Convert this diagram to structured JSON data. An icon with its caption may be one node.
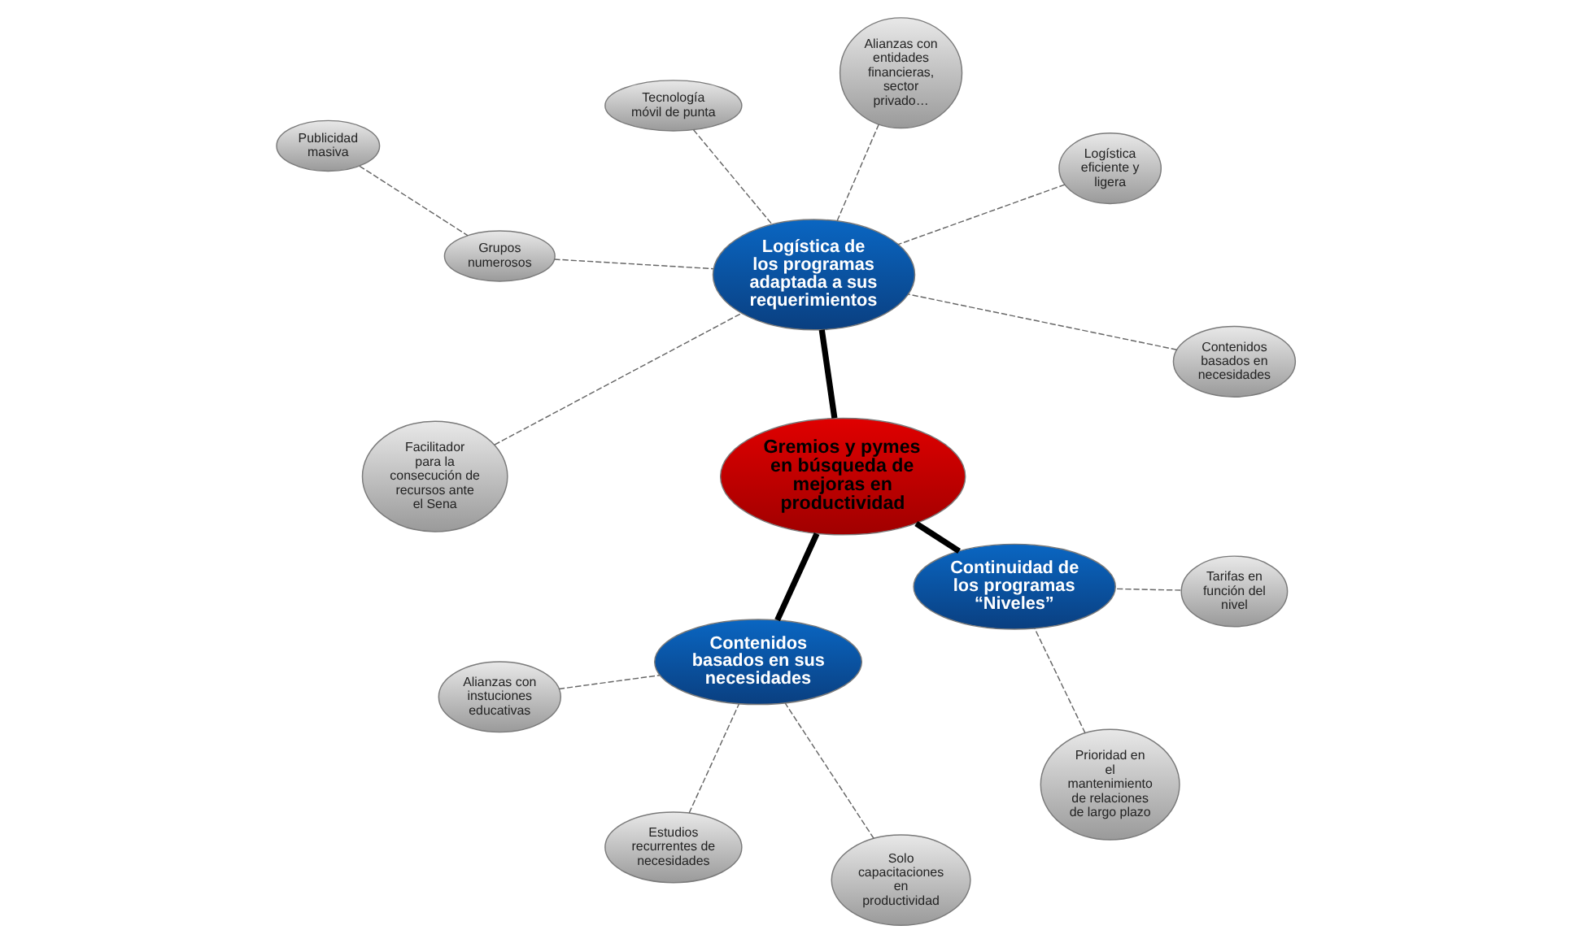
{
  "diagram": {
    "nodes": [
      {
        "text": [
          "Gremios y pymes en búsqueda de mejoras en productividad"
        ]
      },
      {
        "text": [
          "Logística de los programas adaptada a sus requerimientos"
        ]
      },
      {
        "text": [
          "Contenidos basados en sus necesidades"
        ]
      },
      {
        "text": [
          "Continuidad de los programas “Niveles”"
        ]
      },
      {
        "text": [
          "Contenidos basados en necesidades"
        ]
      },
      {
        "text": [
          "Logística eficiente y ligera"
        ]
      },
      {
        "text": [
          "Alianzas con entidades financieras, sector privado…"
        ]
      },
      {
        "text": [
          "Tecnología móvil de punta"
        ]
      },
      {
        "text": [
          "Grupos numerosos"
        ]
      },
      {
        "text": [
          "Facilitador para la consecución de recursos ante el Sena"
        ]
      },
      {
        "text": [
          "Publicidad masiva"
        ]
      },
      {
        "text": [
          "Alianzas con instuciones educativas"
        ]
      },
      {
        "text": [
          "Estudios recurrentes de necesidades"
        ]
      },
      {
        "text": [
          "Solo capacitaciones en productividad"
        ]
      },
      {
        "text": [
          "Prioridad en el mantenimiento de relaciones de largo plazo"
        ]
      },
      {
        "text": [
          "Tarifas en función del nivel"
        ]
      }
    ],
    "edges": [
      {
        "from": 0,
        "to": 1,
        "arrow": "none",
        "style": "thick",
        "color": "#000000"
      },
      {
        "from": 0,
        "to": 2,
        "arrow": "none",
        "style": "thick",
        "color": "#000000"
      },
      {
        "from": 0,
        "to": 3,
        "arrow": "none",
        "style": "thick",
        "color": "#000000"
      },
      {
        "from": 4,
        "to": 1,
        "arrow": "none",
        "style": "dashed"
      },
      {
        "from": 5,
        "to": 1,
        "arrow": "none",
        "style": "dashed"
      },
      {
        "from": 6,
        "to": 1,
        "arrow": "none",
        "style": "dashed"
      },
      {
        "from": 7,
        "to": 1,
        "arrow": "none",
        "style": "dashed"
      },
      {
        "from": 8,
        "to": 1,
        "arrow": "none",
        "style": "dashed"
      },
      {
        "from": 9,
        "to": 1,
        "arrow": "none",
        "style": "dashed"
      },
      {
        "from": 10,
        "to": 8,
        "arrow": "none",
        "style": "dashed"
      },
      {
        "from": 11,
        "to": 2,
        "arrow": "none",
        "style": "dashed"
      },
      {
        "from": 12,
        "to": 2,
        "arrow": "none",
        "style": "dashed"
      },
      {
        "from": 13,
        "to": 2,
        "arrow": "none",
        "style": "dashed"
      },
      {
        "from": 14,
        "to": 3,
        "arrow": "none",
        "style": "dashed"
      },
      {
        "from": 15,
        "to": 3,
        "arrow": "none",
        "style": "dashed"
      }
    ]
  }
}
